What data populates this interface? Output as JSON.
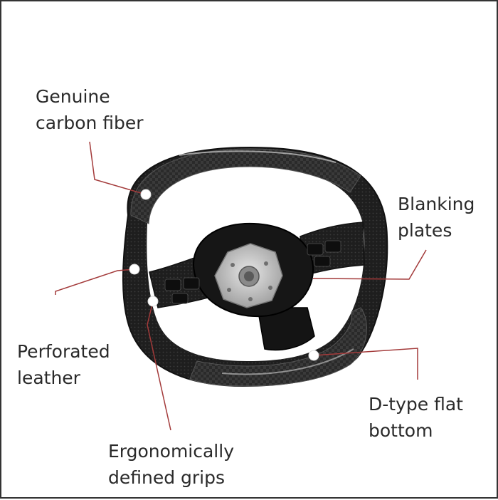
{
  "callouts": {
    "carbon_fiber": {
      "line1": "Genuine",
      "line2": "carbon fiber"
    },
    "blanking_plates": {
      "line1": "Blanking",
      "line2": "plates"
    },
    "perforated_leather": {
      "line1": "Perforated",
      "line2": "leather"
    },
    "flat_bottom": {
      "line1": "D-type flat",
      "line2": "bottom"
    },
    "grips": {
      "line1": "Ergonomically",
      "line2": "defined grips"
    }
  },
  "colors": {
    "leader_line": "#a33a3a",
    "text": "#2a2a2a",
    "wheel_dark": "#1c1c1c",
    "hub_silver": "#c7c7c7"
  }
}
